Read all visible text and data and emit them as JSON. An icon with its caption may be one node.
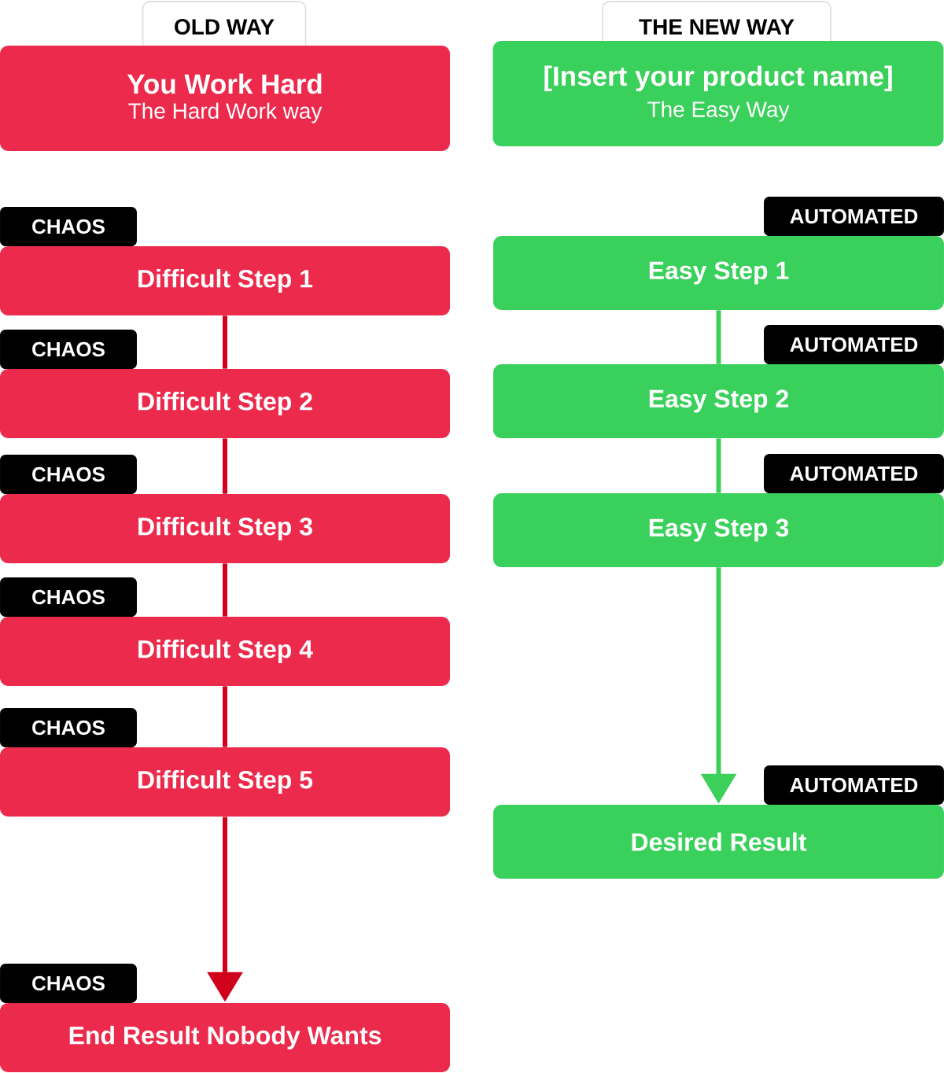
{
  "diagram": {
    "nodes": [
      {
        "text": [
          "OLD WAY"
        ]
      },
      {
        "text": [
          "You Work Hard",
          "The Hard Work way"
        ]
      },
      {
        "text": [
          "THE NEW WAY"
        ]
      },
      {
        "text": [
          "[Insert your product name]",
          "The Easy Way"
        ]
      },
      {
        "text": [
          "CHAOS"
        ]
      },
      {
        "text": [
          "Difficult Step 1"
        ]
      },
      {
        "text": [
          "CHAOS"
        ]
      },
      {
        "text": [
          "Difficult Step 2"
        ]
      },
      {
        "text": [
          "CHAOS"
        ]
      },
      {
        "text": [
          "Difficult Step 3"
        ]
      },
      {
        "text": [
          "CHAOS"
        ]
      },
      {
        "text": [
          "Difficult Step 4"
        ]
      },
      {
        "text": [
          "CHAOS"
        ]
      },
      {
        "text": [
          "Difficult Step 5"
        ]
      },
      {
        "text": [
          "CHAOS"
        ]
      },
      {
        "text": [
          "End Result Nobody Wants"
        ]
      },
      {
        "text": [
          "AUTOMATED"
        ]
      },
      {
        "text": [
          "Easy Step 1"
        ]
      },
      {
        "text": [
          "AUTOMATED"
        ]
      },
      {
        "text": [
          "Easy Step 2"
        ]
      },
      {
        "text": [
          "AUTOMATED"
        ]
      },
      {
        "text": [
          "Easy Step 3"
        ]
      },
      {
        "text": [
          "AUTOMATED"
        ]
      },
      {
        "text": [
          "Desired Result"
        ]
      }
    ],
    "edges": [
      {
        "from": 5,
        "to": 7,
        "arrow": "none",
        "color": "#d0021b"
      },
      {
        "from": 7,
        "to": 9,
        "arrow": "none",
        "color": "#d0021b"
      },
      {
        "from": 9,
        "to": 11,
        "arrow": "none",
        "color": "#d0021b"
      },
      {
        "from": 11,
        "to": 13,
        "arrow": "none",
        "color": "#d0021b"
      },
      {
        "from": 13,
        "to": 15,
        "arrow": "to",
        "color": "#d0021b"
      },
      {
        "from": 17,
        "to": 19,
        "arrow": "none",
        "color": "#3ccf5a"
      },
      {
        "from": 19,
        "to": 21,
        "arrow": "none",
        "color": "#3ccf5a"
      },
      {
        "from": 21,
        "to": 23,
        "arrow": "to",
        "color": "#3ccf5a"
      }
    ]
  }
}
